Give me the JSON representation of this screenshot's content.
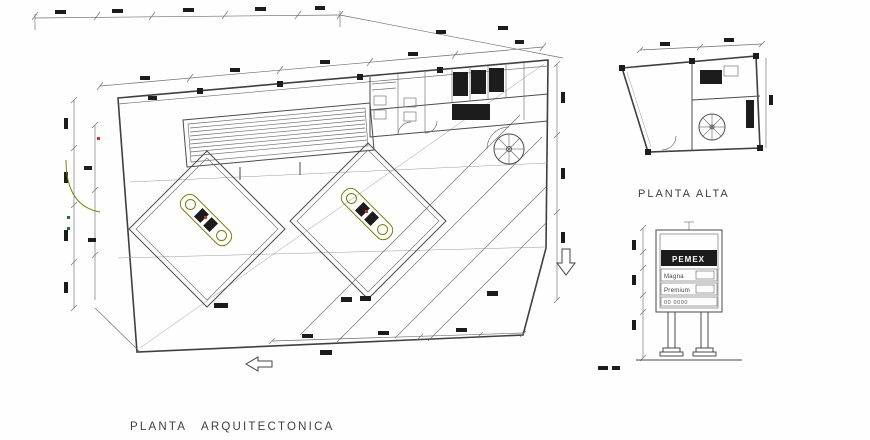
{
  "sheet": {
    "background": "#fefefe",
    "ink": "#4b4b4b",
    "accent_olive": "#7e7e12",
    "accent_red": "#b03a2e",
    "accent_green": "#27722a"
  },
  "titles": {
    "main_plan_word1": "PLANTA",
    "main_plan_word2": "ARQUITECTONICA",
    "upper_plan": "PLANTA ALTA"
  },
  "pylon_sign": {
    "brand": "PEMEX",
    "product_row1": "Magna",
    "product_row2": "Premium",
    "price_digits": "00 0000"
  }
}
